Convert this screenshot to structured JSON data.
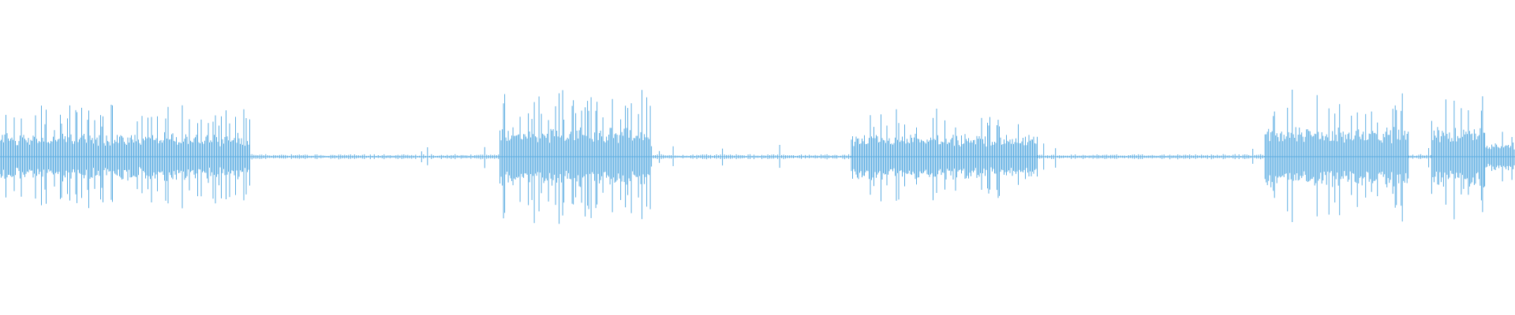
{
  "waveform": {
    "color": "#5dade2",
    "background": "#ffffff",
    "duration_fraction_segments": [
      {
        "start": 0.0,
        "end": 0.165,
        "level": 0.62,
        "density": "dense"
      },
      {
        "start": 0.165,
        "end": 0.33,
        "level": 0.04,
        "density": "quiet"
      },
      {
        "start": 0.33,
        "end": 0.43,
        "level": 0.76,
        "density": "dense"
      },
      {
        "start": 0.43,
        "end": 0.562,
        "level": 0.04,
        "density": "quiet"
      },
      {
        "start": 0.562,
        "end": 0.685,
        "level": 0.58,
        "density": "dense"
      },
      {
        "start": 0.685,
        "end": 0.835,
        "level": 0.05,
        "density": "quiet"
      },
      {
        "start": 0.835,
        "end": 0.93,
        "level": 0.78,
        "density": "dense"
      },
      {
        "start": 0.93,
        "end": 0.945,
        "level": 0.03,
        "density": "quiet"
      },
      {
        "start": 0.945,
        "end": 0.98,
        "level": 0.8,
        "density": "dense"
      },
      {
        "start": 0.98,
        "end": 1.0,
        "level": 0.4,
        "density": "dense"
      }
    ]
  }
}
